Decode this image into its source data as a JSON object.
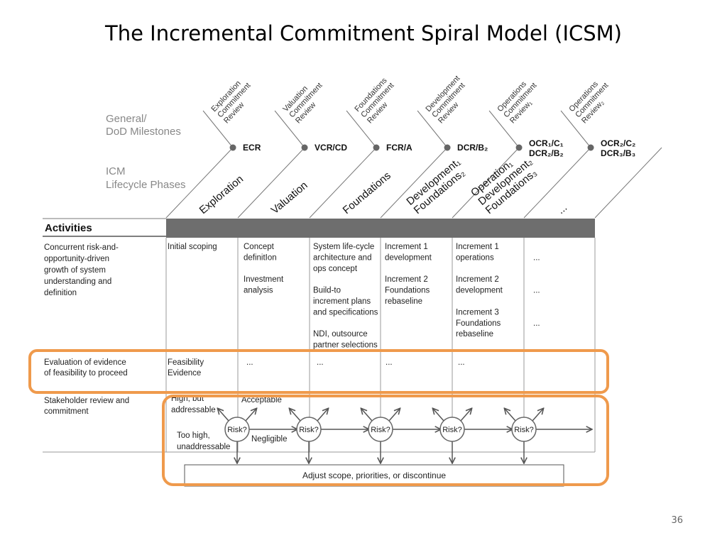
{
  "title": "The Incremental Commitment Spiral Model (ICSM)",
  "page_number": "36",
  "labels": {
    "general_1": "General/",
    "general_2": "DoD Milestones",
    "icm_1": "ICM",
    "icm_2": "Lifecycle Phases",
    "activities": "Activities"
  },
  "reviews": [
    {
      "lines": [
        "Exploration",
        "Commitment",
        "Review"
      ],
      "milestone": "ECR"
    },
    {
      "lines": [
        "Valuation",
        "Commitment",
        "Review"
      ],
      "milestone": "VCR/CD"
    },
    {
      "lines": [
        "Foundations",
        "Commitment",
        "Review"
      ],
      "milestone": "FCR/A"
    },
    {
      "lines": [
        "Development",
        "Commitment",
        "Review"
      ],
      "milestone": "DCR/B₂"
    },
    {
      "lines": [
        "Operations",
        "Commitment",
        "Review₁"
      ],
      "milestone": [
        "OCR₁/C₁",
        "DCR₂/B₂"
      ]
    },
    {
      "lines": [
        "Operations",
        "Commitment",
        "Review₂"
      ],
      "milestone": [
        "OCR₂/C₂",
        "DCR₃/B₃"
      ]
    }
  ],
  "phases": [
    [
      "Exploration"
    ],
    [
      "Valuation"
    ],
    [
      "Foundations"
    ],
    [
      "Development₁",
      "Foundations₂"
    ],
    [
      "Operation₁",
      "Development₂",
      "Foundations₃"
    ],
    [
      "..."
    ]
  ],
  "rows": {
    "r1_label": [
      "Concurrent risk-and-",
      "opportunity-driven",
      "growth of system",
      "understanding and",
      "definition"
    ],
    "r1_cells": [
      [
        "Initial scoping"
      ],
      [
        "Concept",
        "definitIon",
        "",
        "Investment",
        "analysis"
      ],
      [
        "System life-cycle",
        "architecture and",
        "ops concept",
        "",
        "Build-to",
        "increment plans",
        "and specifications",
        "",
        "NDI, outsource",
        "partner selections"
      ],
      [
        "Increment 1",
        "development",
        "",
        "Increment 2",
        "Foundations",
        "rebaseline"
      ],
      [
        "Increment 1",
        "operations",
        "",
        "Increment 2",
        "development",
        "",
        "Increment 3",
        "Foundations",
        "rebaseline"
      ],
      [
        "",
        "...",
        "",
        "",
        "...",
        "",
        "",
        "..."
      ]
    ],
    "r2_label": [
      "Evaluation of evidence",
      "of feasibility to proceed"
    ],
    "r2_cells": [
      [
        "Feasibility",
        "Evidence"
      ],
      [
        "..."
      ],
      [
        "..."
      ],
      [
        "..."
      ],
      [
        "..."
      ],
      [
        ""
      ]
    ],
    "r3_label": [
      "Stakeholder review and",
      "commitment"
    ]
  },
  "flow": {
    "high_1": "High, but",
    "high_2": "addressable",
    "acceptable": "Acceptable",
    "too_high_1": "Too high,",
    "too_high_2": "unaddressable",
    "negligible": "Negligible",
    "risk_label": "Risk?",
    "adjust": "Adjust scope, priorities, or discontinue"
  },
  "colors": {
    "highlight": "#ef9a4c",
    "header_bar": "#6e6e6e",
    "grid": "#999999"
  }
}
